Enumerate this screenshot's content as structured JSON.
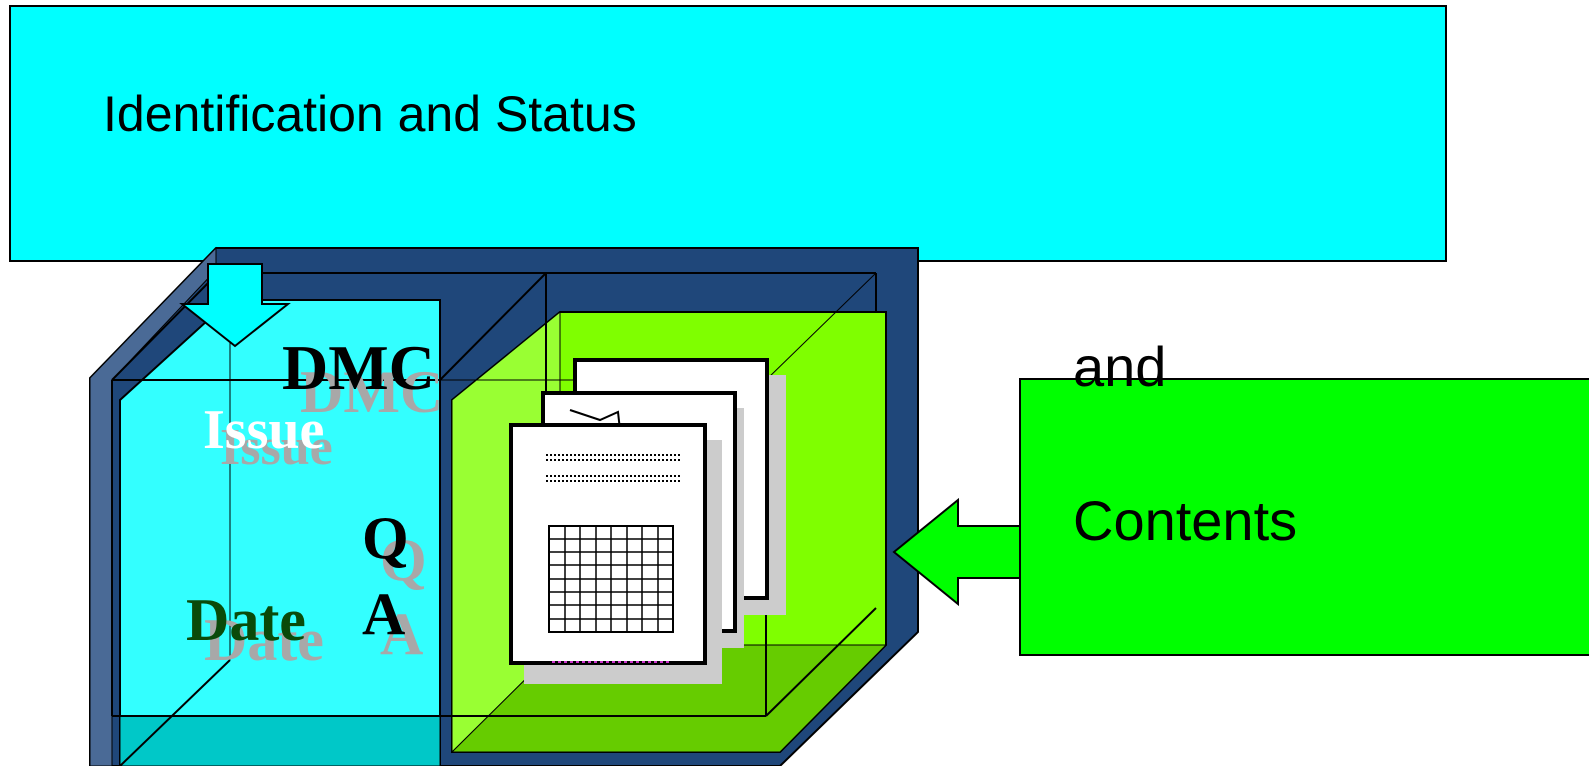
{
  "top_banner": {
    "text": "Identification and Status",
    "color": "#00ffff"
  },
  "right_banner": {
    "text_top": "and",
    "text_main": "Contents",
    "color": "#00ff00"
  },
  "cube": {
    "outer_color": "#1f477a",
    "left_panel_color": "#00ffff",
    "right_panel_color": "#7fff00",
    "labels": {
      "dmc": "DMC",
      "issue": "Issue",
      "q": "Q",
      "a": "A",
      "date": "Date"
    }
  },
  "icons": [
    "down-arrow-icon",
    "left-arrow-icon",
    "document-stack-icon"
  ]
}
